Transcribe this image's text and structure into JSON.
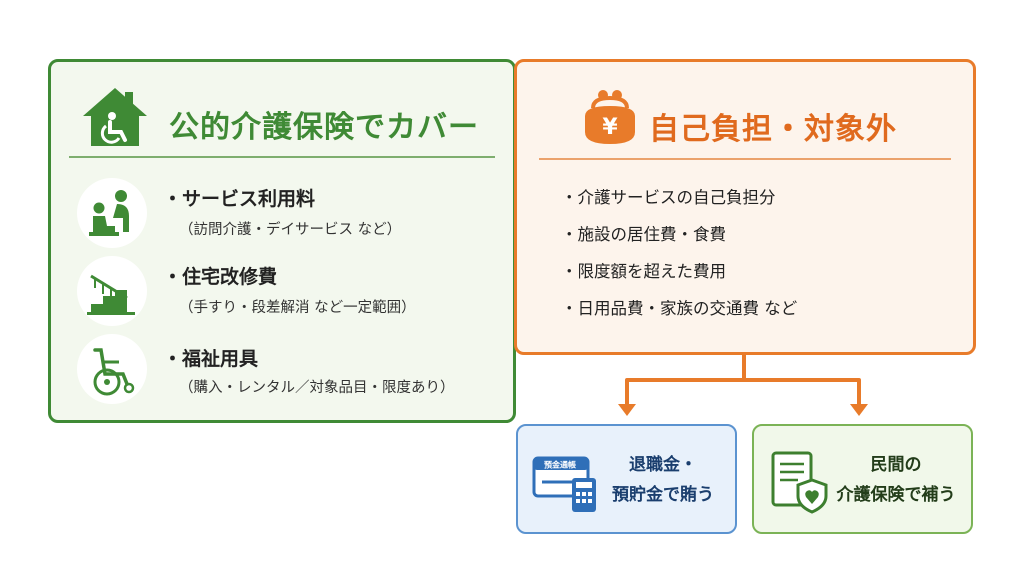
{
  "public_coverage": {
    "title": "公的介護保険でカバー",
    "items": [
      {
        "title": "サービス利用料",
        "note": "（訪問介護・デイサービス など）"
      },
      {
        "title": "住宅改修費",
        "note": "（手すり・段差解消 など一定範囲）"
      },
      {
        "title": "福祉用具",
        "note": "（購入・レンタル／対象品目・限度あり）"
      }
    ]
  },
  "self_pay": {
    "title": "自己負担・対象外",
    "icon_symbol": "¥",
    "items": [
      "介護サービスの自己負担分",
      "施設の居住費・食費",
      "限度額を超えた費用",
      "日用品費・家族の交通費 など"
    ]
  },
  "funding_options": {
    "savings": {
      "line1": "退職金・",
      "line2": "預貯金で賄う",
      "passbook_label": "預金通帳"
    },
    "insurance": {
      "line1": "民間の",
      "line2": "介護保険で補う"
    }
  },
  "colors": {
    "green": "#3f8a35",
    "orange": "#e87b2a",
    "blue": "#5b93d0",
    "light_green": "#7bb356"
  }
}
